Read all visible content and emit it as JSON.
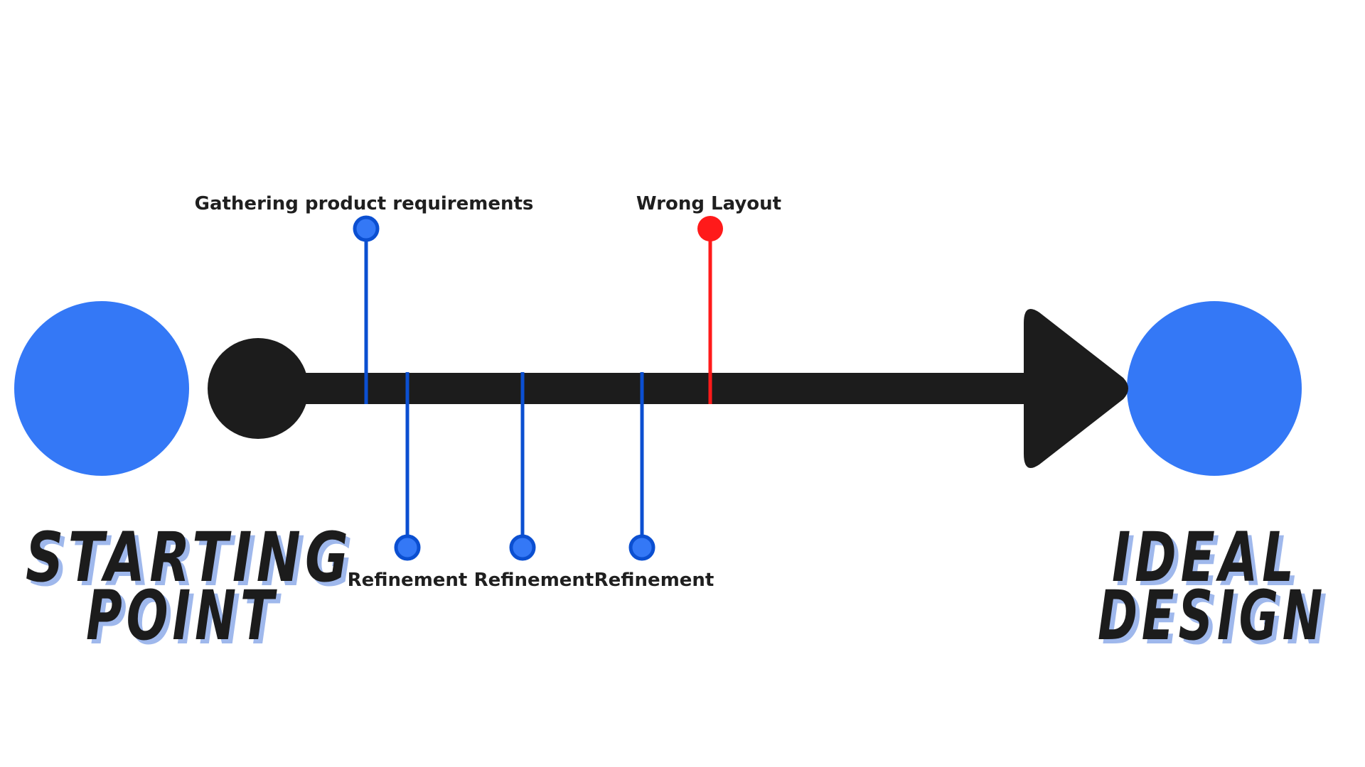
{
  "start": {
    "title_line1": "STARTING",
    "title_line2": "POINT"
  },
  "end": {
    "title_line1": "IDEAL",
    "title_line2": "DESIGN"
  },
  "events": {
    "gathering": "Gathering product requirements",
    "wrong_layout": "Wrong Layout",
    "refinement_1": "Refinement",
    "refinement_2": "Refinement",
    "refinement_3": "Refinement"
  },
  "colors": {
    "blue_circle": "#3478f6",
    "blue_marker": "#0b4fd1",
    "red_marker": "#ff1a1a",
    "arrow": "#1c1c1c",
    "title_shadow": "#9fb8ec"
  }
}
